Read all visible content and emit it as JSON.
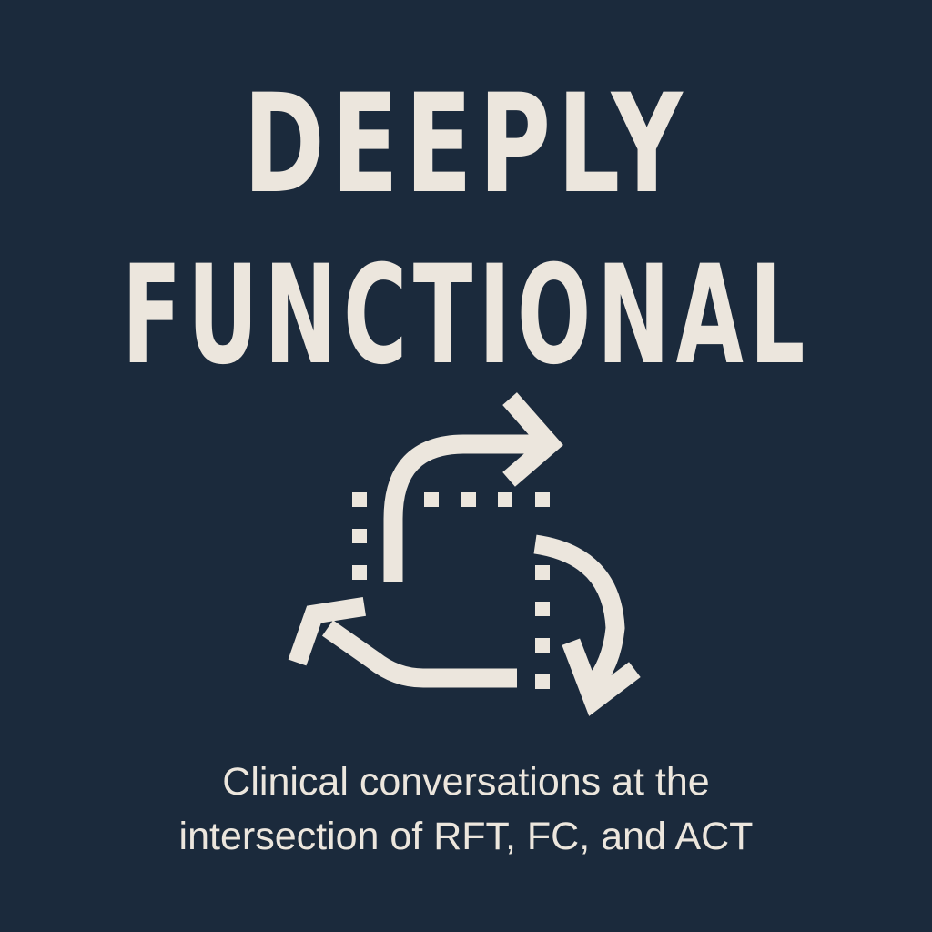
{
  "cover": {
    "title_line_1": "DEEPLY",
    "title_line_2": "FUNCTIONAL",
    "subtitle_line_1": "Clinical conversations at the",
    "subtitle_line_2": "intersection of RFT, FC, and ACT",
    "logo_icon": "cyclical-arrows-dotted-square-icon",
    "colors": {
      "background": "#1b2a3c",
      "foreground": "#ece6dd"
    }
  }
}
